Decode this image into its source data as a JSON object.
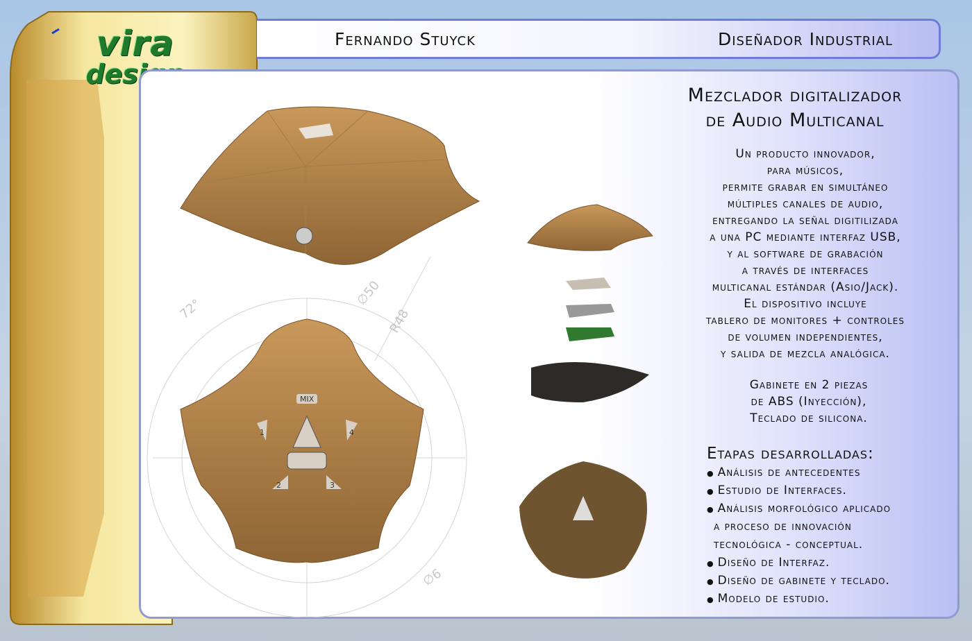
{
  "logo": {
    "line1": "vira",
    "line2": "design"
  },
  "header": {
    "name": "Fernando Stuyck",
    "role": "Diseñador Industrial"
  },
  "title": {
    "line1": "Mezclador digitalizador",
    "line2": "de Audio Multicanal"
  },
  "description": [
    "Un producto innovador,",
    "para músicos,",
    "permite grabar en simultáneo",
    "múltiples canales de audio,",
    "entregando la señal digitilizada",
    "a una PC mediante interfaz USB,",
    "y al software de grabación",
    "a través de interfaces",
    "multicanal estándar (Asio/Jack).",
    "El dispositivo incluye",
    "tablero de monitores + controles",
    "de volumen independientes,",
    "y salida de mezcla analógica."
  ],
  "materials": [
    "Gabinete en 2 piezas",
    "de ABS (Inyección),",
    "Teclado de silicona."
  ],
  "stages": {
    "heading": "Etapas desarrolladas:",
    "items": [
      "Análisis de antecedentes",
      "Estudio de Interfaces.",
      "Análisis morfológico aplicado",
      "a proceso de innovación",
      "tecnológica - conceptual.",
      "Diseño de Interfaz.",
      "Diseño de gabinete y teclado.",
      "Modelo de estudio."
    ]
  },
  "drawing": {
    "angle": "72°",
    "diameter_large": "∅50",
    "radius": "R48",
    "diameter_small": "∅6"
  },
  "keypad": {
    "mix": "MIX",
    "k1": "1",
    "k2": "2",
    "k3": "3",
    "k4": "4"
  }
}
